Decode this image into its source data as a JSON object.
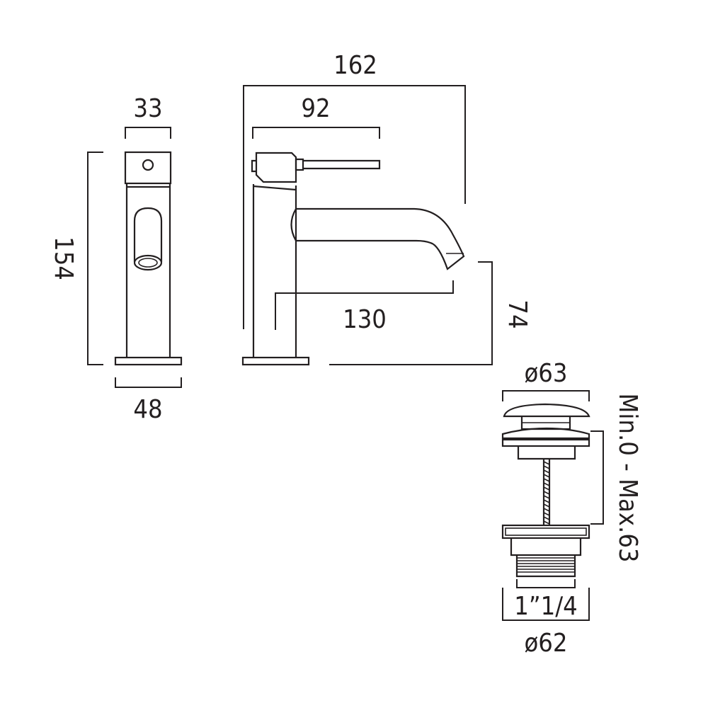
{
  "dimensions": {
    "front_top_width": "33",
    "front_height": "154",
    "front_base_width": "48",
    "side_overall_width": "162",
    "side_lever_width": "92",
    "side_spout_reach": "130",
    "side_spout_height": "74"
  },
  "waste": {
    "cap_diameter": "ø63",
    "adjust_range": "Min.0 - Max.63",
    "thread_size": "1”1/4",
    "flange_diameter": "ø62"
  },
  "colors": {
    "line": "#231f20",
    "background": "#ffffff"
  }
}
